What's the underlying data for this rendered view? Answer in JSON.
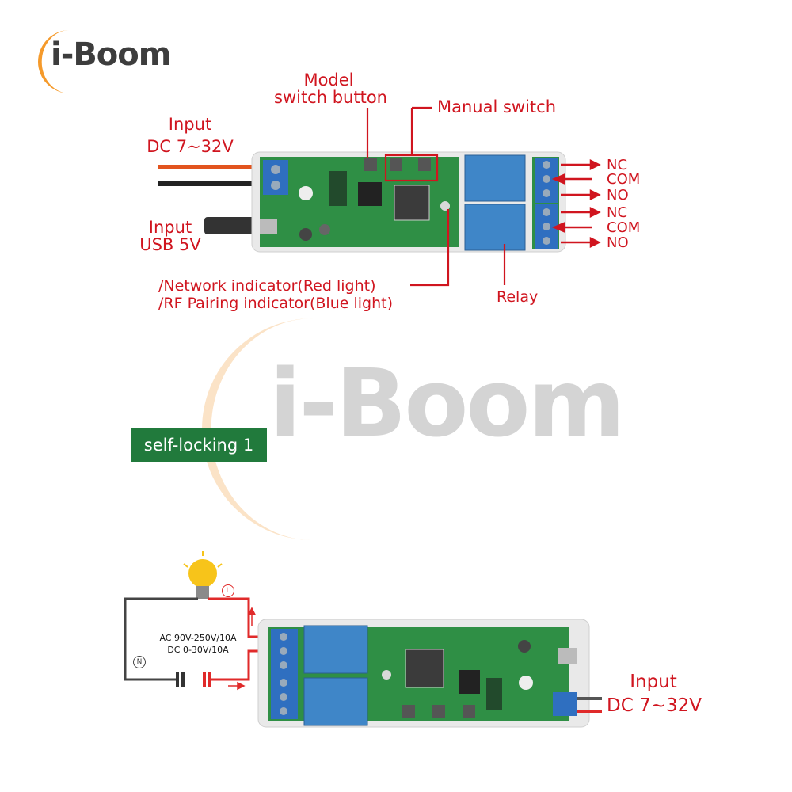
{
  "brand": {
    "name": "i-Boom",
    "accent": "#f59a2b",
    "text_color": "#3d3d3d"
  },
  "watermark": {
    "text": "i-Boom"
  },
  "top_diagram": {
    "labels": {
      "input_dc_1": "Input",
      "input_dc_2": "DC 7~32V",
      "input_usb_1": "Input",
      "input_usb_2": "USB 5V",
      "model_button_1": "Model",
      "model_button_2": "switch button",
      "manual_switch": "Manual switch",
      "indicator_1": "/Network indicator(Red light)",
      "indicator_2": "/RF Pairing indicator(Blue light)",
      "relay": "Relay"
    },
    "terminals": [
      "NC",
      "COM",
      "NO",
      "NC",
      "COM",
      "NO"
    ]
  },
  "mode_badge": "self-locking 1",
  "bottom_diagram": {
    "load_spec_1": "AC 90V-250V/10A",
    "load_spec_2": "DC 0-30V/10A",
    "line_marker": "L",
    "neutral_marker": "N",
    "input_1": "Input",
    "input_2": "DC 7~32V"
  },
  "colors": {
    "label_red": "#d0151f",
    "badge_green": "#217a3c",
    "pcb_green": "#2f8f45",
    "relay_blue": "#3f86c8"
  }
}
